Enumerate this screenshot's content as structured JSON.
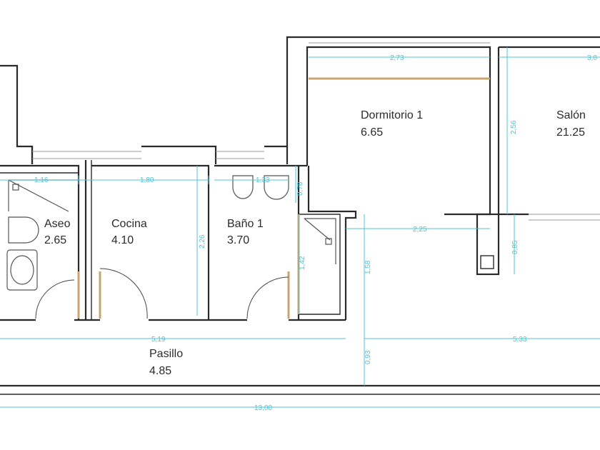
{
  "rooms": [
    {
      "name": "Aseo",
      "area": "2.65"
    },
    {
      "name": "Cocina",
      "area": "4.10"
    },
    {
      "name": "Baño 1",
      "area": "3.70"
    },
    {
      "name": "Dormitorio 1",
      "area": "6.65"
    },
    {
      "name": "Salón",
      "area": "21.25"
    },
    {
      "name": "Pasillo",
      "area": "4.85"
    }
  ],
  "dimensions": {
    "aseo_width": "1,16",
    "cocina_width": "1,80",
    "bano_width": "1,33",
    "bano_side": "0,78",
    "cocina_depth": "2,26",
    "closet_depth": "1,42",
    "hall_depth": "1,58",
    "dorm_width": "2,73",
    "salon_width": "3,0",
    "salon_depth": "2,56",
    "dorm_lower": "2,25",
    "salon_lower": "0,85",
    "pasillo_left": "5,19",
    "pasillo_right": "5,33",
    "pasillo_depth": "0,93",
    "total": "13,00"
  }
}
